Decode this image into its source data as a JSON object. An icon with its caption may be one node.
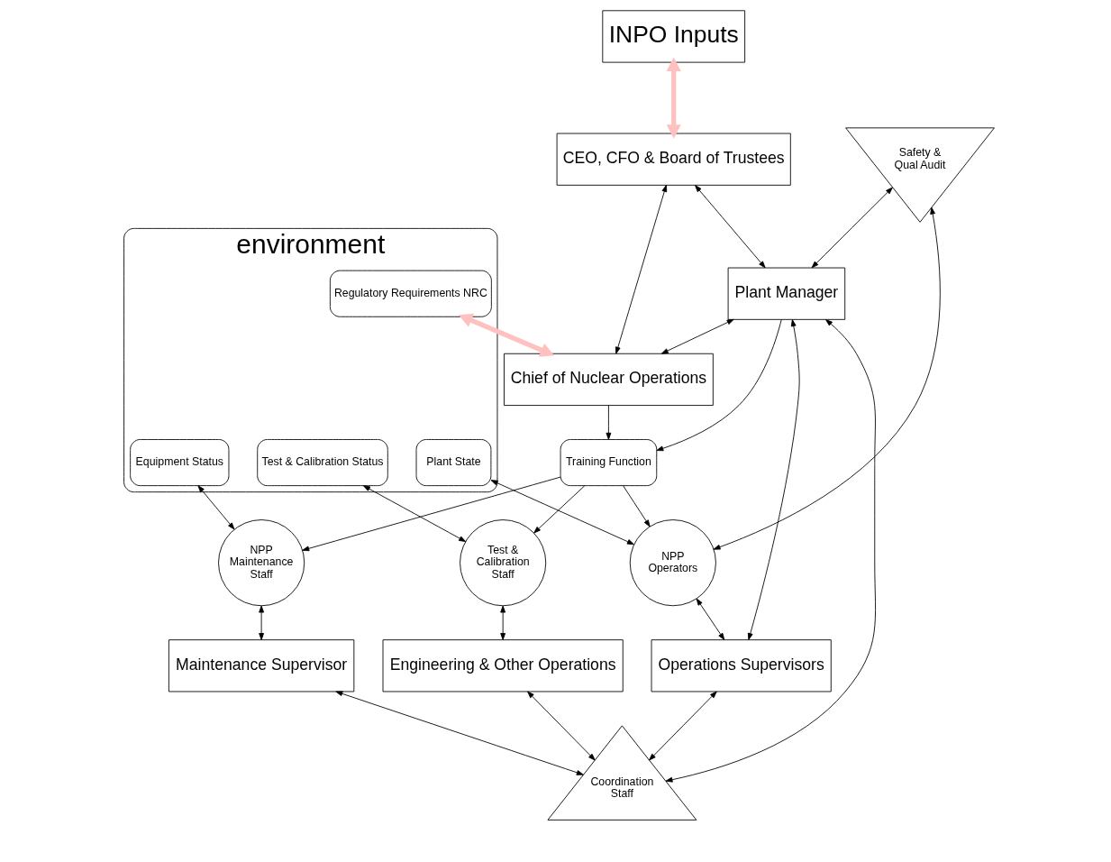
{
  "diagram": {
    "nodes": [
      {
        "text": [
          "environment"
        ]
      },
      {
        "text": [
          "CEO, CFO & Board of Trustees"
        ]
      },
      {
        "text": [
          "Regulatory Requirements NRC"
        ],
        "in": 0
      },
      {
        "text": [
          "Chief of Nuclear Operations"
        ]
      },
      {
        "text": [
          "INPO Inputs"
        ]
      },
      {
        "text": [
          "Plant Manager"
        ]
      },
      {
        "text": [
          "Safety & Qual Audit"
        ]
      },
      {
        "text": [
          "Coordination Staff"
        ]
      },
      {
        "text": [
          "Training Function"
        ]
      },
      {
        "text": [
          "Plant State"
        ],
        "in": 0
      },
      {
        "text": [
          "NPP Operators"
        ]
      },
      {
        "text": [
          "Operations Supervisors"
        ]
      },
      {
        "text": [
          "Equipment Status"
        ],
        "in": 0
      },
      {
        "text": [
          "NPP Maintenance Staff"
        ]
      },
      {
        "text": [
          "Maintenance Supervisor"
        ]
      },
      {
        "text": [
          "Test & Calibration Status"
        ],
        "in": 0
      },
      {
        "text": [
          "Test & Calibration Staff"
        ]
      },
      {
        "text": [
          "Engineering & Other Operations"
        ]
      }
    ],
    "edges": [
      {
        "from": 1,
        "to": 3,
        "arrow": "both"
      },
      {
        "from": 1,
        "to": 5,
        "arrow": "both"
      },
      {
        "from": 4,
        "to": 1,
        "arrow": "both",
        "style": "thick",
        "color": "#ffc0c0"
      },
      {
        "from": 2,
        "to": 3,
        "arrow": "both",
        "style": "thick",
        "color": "#ffc0c0"
      },
      {
        "from": 3,
        "to": 8,
        "arrow": "to"
      },
      {
        "from": 5,
        "to": 8,
        "arrow": "to"
      },
      {
        "from": 5,
        "to": 3,
        "arrow": "both"
      },
      {
        "from": 6,
        "to": 5,
        "arrow": "both"
      },
      {
        "from": 5,
        "to": 7,
        "arrow": "both"
      },
      {
        "from": 5,
        "to": 11,
        "arrow": "both"
      },
      {
        "from": 6,
        "to": 10,
        "arrow": "both"
      },
      {
        "from": 8,
        "to": 10,
        "arrow": "to"
      },
      {
        "from": 8,
        "to": 13,
        "arrow": "to"
      },
      {
        "from": 8,
        "to": 16,
        "arrow": "to"
      },
      {
        "from": 9,
        "to": 10,
        "arrow": "both"
      },
      {
        "from": 12,
        "to": 13,
        "arrow": "both"
      },
      {
        "from": 15,
        "to": 16,
        "arrow": "both"
      },
      {
        "from": 10,
        "to": 11,
        "arrow": "both"
      },
      {
        "from": 13,
        "to": 14,
        "arrow": "both"
      },
      {
        "from": 16,
        "to": 17,
        "arrow": "both"
      },
      {
        "from": 11,
        "to": 7,
        "arrow": "both"
      },
      {
        "from": 14,
        "to": 7,
        "arrow": "both"
      },
      {
        "from": 17,
        "to": 7,
        "arrow": "both"
      }
    ]
  }
}
